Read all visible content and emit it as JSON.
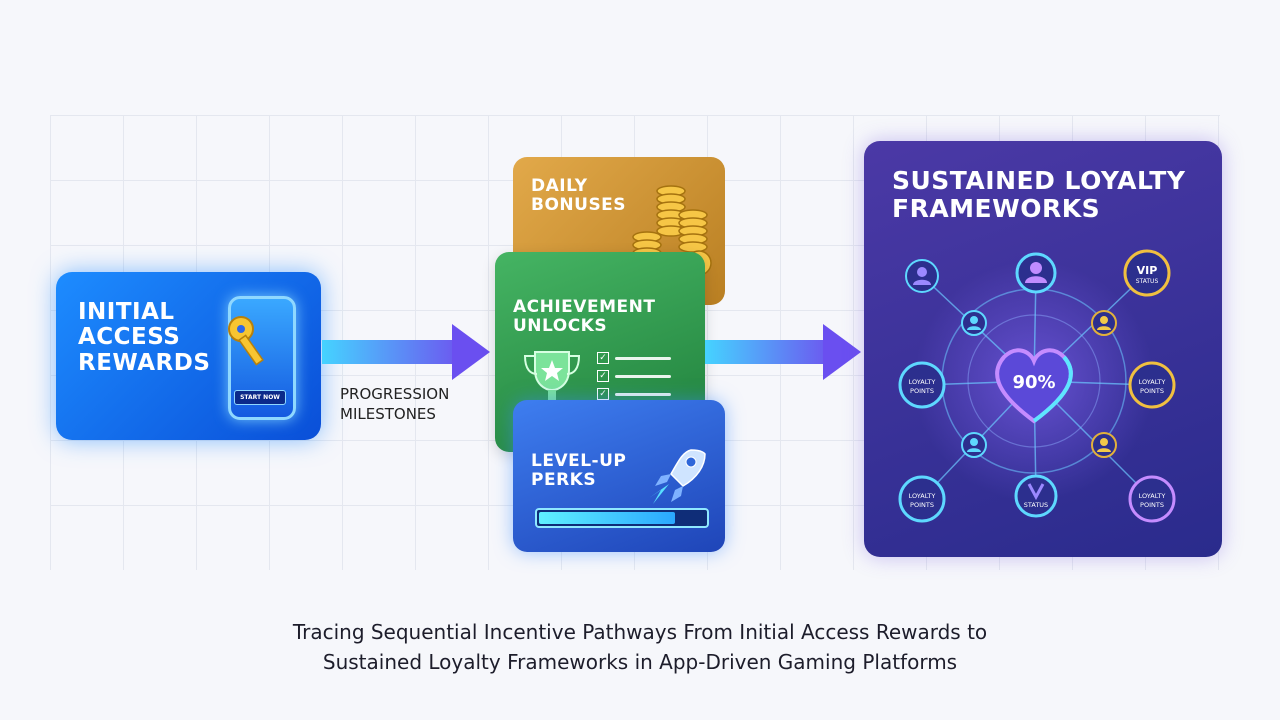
{
  "stages": {
    "initial": {
      "title_lines": [
        "INITIAL",
        "ACCESS",
        "REWARDS"
      ],
      "button_text": "START NOW"
    },
    "daily": {
      "title_lines": [
        "DAILY",
        "BONUSES"
      ]
    },
    "achievement": {
      "title_lines": [
        "ACHIEVEMENT",
        "UNLOCKS"
      ]
    },
    "levelup": {
      "title_lines": [
        "LEVEL-UP",
        "PERKS"
      ],
      "progress_fraction": 0.82
    },
    "sustained": {
      "title_lines": [
        "SUSTAINED LOYALTY",
        "FRAMEWORKS"
      ],
      "center_value": "90%",
      "nodes": {
        "vip_line1": "VIP",
        "vip_line2": "STATUS",
        "loyalty_line1": "LOYALTY",
        "loyalty_line2": "POINTS",
        "status": "STATUS"
      }
    }
  },
  "connector": {
    "label_lines": [
      "PROGRESSION",
      "MILESTONES"
    ]
  },
  "caption_lines": [
    "Tracing Sequential Incentive Pathways From Initial Access Rewards to",
    "Sustained Loyalty Frameworks in App-Driven Gaming Platforms"
  ],
  "icons": [
    "key-icon",
    "phone-icon",
    "coins-icon",
    "trophy-icon",
    "checklist-icon",
    "rocket-icon",
    "heart-icon",
    "user-icon"
  ]
}
